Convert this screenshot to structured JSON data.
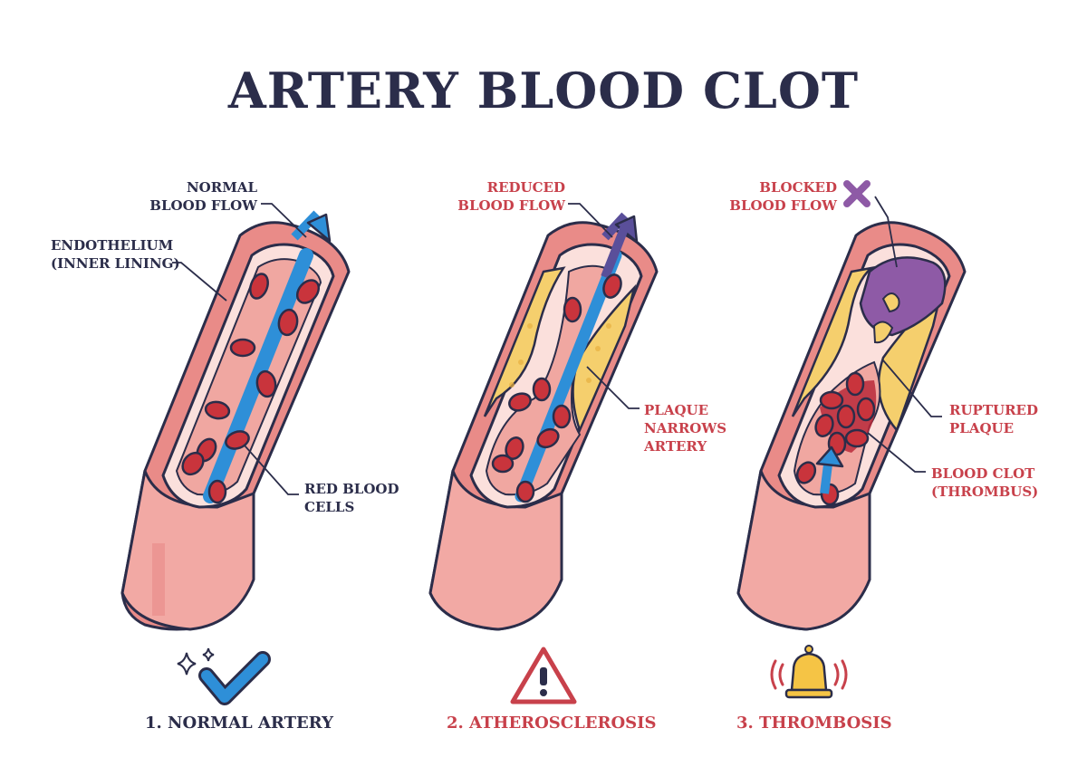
{
  "title": "ARTERY BLOOD CLOT",
  "panels": [
    {
      "caption": "1. NORMAL ARTERY",
      "status_icon": "checkmark-sparkle-icon",
      "labels": {
        "flow_line1": "NORMAL",
        "flow_line2": "BLOOD FLOW",
        "endo_line1": "ENDOTHELIUM",
        "endo_line2": "(INNER LINING)",
        "rbc_line1": "RED BLOOD",
        "rbc_line2": "CELLS"
      }
    },
    {
      "caption": "2. ATHEROSCLEROSIS",
      "status_icon": "warning-triangle-icon",
      "labels": {
        "flow_line1": "REDUCED",
        "flow_line2": "BLOOD FLOW",
        "plaque_line1": "PLAQUE",
        "plaque_line2": "NARROWS",
        "plaque_line3": "ARTERY"
      }
    },
    {
      "caption": "3. THROMBOSIS",
      "status_icon": "alarm-bell-icon",
      "labels": {
        "flow_line1": "BLOCKED",
        "flow_line2": "BLOOD FLOW",
        "rupt_line1": "RUPTURED",
        "rupt_line2": "PLAQUE",
        "clot_line1": "BLOOD CLOT",
        "clot_line2": "(THROMBUS)"
      }
    }
  ],
  "colors": {
    "title": "#2b2d4a",
    "accent_red": "#c8414b",
    "wall": "#e98b88",
    "lumen": "#f6c9c4",
    "blood_cell": "#c9343c",
    "flow_normal": "#2e8fd8",
    "flow_reduced": "#5a4f9a",
    "plaque": "#f5cf6d",
    "check": "#2e8fd8",
    "bell": "#f5c445"
  }
}
